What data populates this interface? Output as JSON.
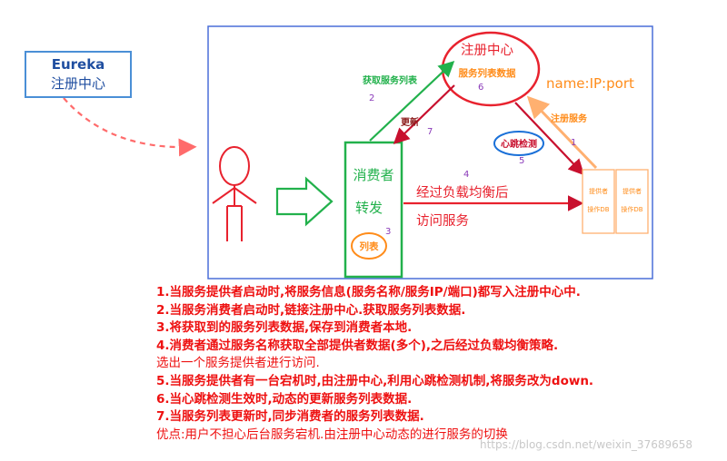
{
  "eureka": {
    "title": "Eureka",
    "subtitle": "注册中心"
  },
  "registry": {
    "title": "注册中心",
    "subtitle": "服务列表数据",
    "step": "6"
  },
  "address": "name:IP:port",
  "consumer": {
    "line1": "消费者",
    "line2": "转发",
    "step": "3",
    "list_label": "列表"
  },
  "edges": {
    "fetch_list": {
      "label": "获取服务列表",
      "step": "2"
    },
    "update": {
      "label": "更新",
      "step": "7"
    },
    "register": {
      "label": "注册服务",
      "step": "1"
    },
    "heartbeat": {
      "label": "心跳检测",
      "step": "5"
    },
    "access": {
      "label1": "经过负载均衡后",
      "label2": "访问服务",
      "step": "4"
    }
  },
  "providers": [
    {
      "line1": "提供者",
      "line2": "操作DB"
    },
    {
      "line1": "提供者",
      "line2": "操作DB"
    }
  ],
  "notes": [
    "1.当服务提供者启动时,将服务信息(服务名称/服务IP/端口)都写入注册中心中.",
    "2.当服务消费者启动时,链接注册中心.获取服务列表数据.",
    "3.将获取到的服务列表数据,保存到消费者本地.",
    "4.消费者通过服务名称获取全部提供者数据(多个),之后经过负载均衡策略.",
    "选出一个服务提供者进行访问.",
    "5.当服务提供者有一台宕机时,由注册中心,利用心跳检测机制,将服务改为down.",
    "6.当心跳检测生效时,动态的更新服务列表数据.",
    "7.当服务列表更新时,同步消费者的服务列表数据.",
    "优点:用户不担心后台服务宕机.由注册中心动态的进行服务的切换"
  ],
  "watermark": "https://blog.csdn.net/weixin_37689658",
  "colors": {
    "red": "#e8222e",
    "green": "#22b14c",
    "orange": "#ff8c1a",
    "purple": "#8a3ab9",
    "blue": "#1a70d8",
    "frame": "#4a6fd8"
  }
}
